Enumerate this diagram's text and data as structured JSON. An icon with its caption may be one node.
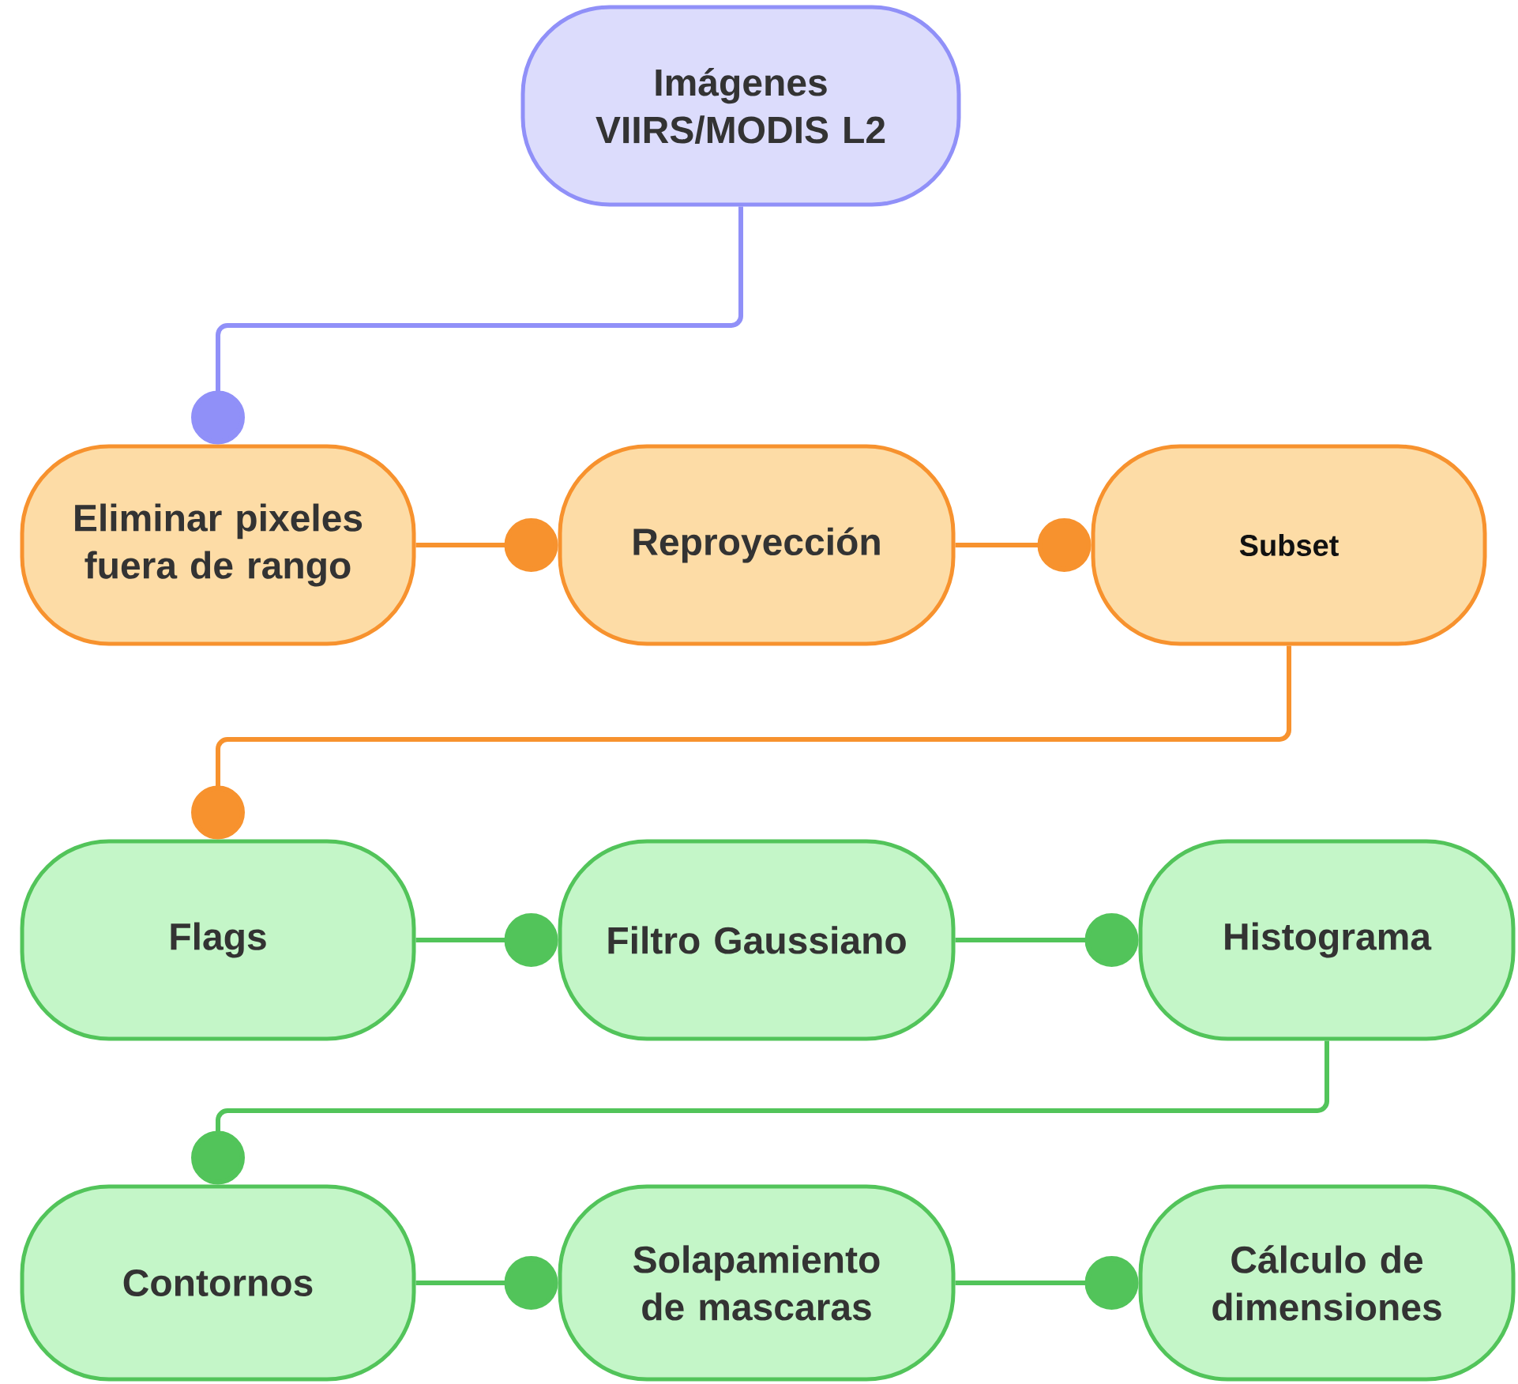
{
  "diagram": {
    "nodes": [
      {
        "text": [
          "Imágenes VIIRS/MODIS L2"
        ]
      },
      {
        "text": [
          "Eliminar pixeles fuera de rango"
        ]
      },
      {
        "text": [
          "Reproyección"
        ]
      },
      {
        "text": [
          "Subset"
        ]
      },
      {
        "text": [
          "Flags"
        ]
      },
      {
        "text": [
          "Filtro Gaussiano"
        ]
      },
      {
        "text": [
          "Histograma"
        ]
      },
      {
        "text": [
          "Contornos"
        ]
      },
      {
        "text": [
          "Solapamiento de mascaras"
        ]
      },
      {
        "text": [
          "Cálculo de dimensiones"
        ]
      }
    ],
    "edges": [
      {
        "from": 0,
        "to": 1,
        "arrow": "other",
        "color": "#9090f8"
      },
      {
        "from": 1,
        "to": 2,
        "arrow": "other",
        "color": "#f7922e"
      },
      {
        "from": 2,
        "to": 3,
        "arrow": "other",
        "color": "#f7922e"
      },
      {
        "from": 3,
        "to": 4,
        "arrow": "other",
        "color": "#f7922e"
      },
      {
        "from": 4,
        "to": 5,
        "arrow": "other"
      },
      {
        "from": 5,
        "to": 6,
        "arrow": "other"
      },
      {
        "from": 6,
        "to": 7,
        "arrow": "other"
      },
      {
        "from": 7,
        "to": 8,
        "arrow": "other"
      },
      {
        "from": 8,
        "to": 9,
        "arrow": "other"
      }
    ]
  }
}
